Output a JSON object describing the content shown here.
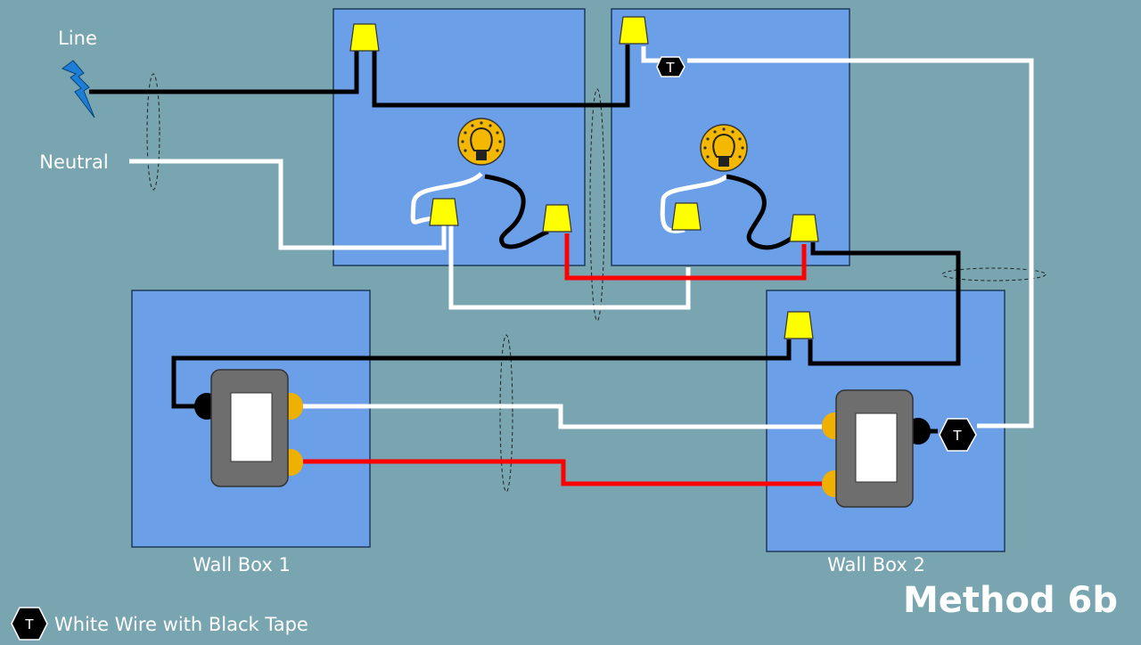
{
  "diagram": {
    "title": "Method 6b",
    "labels": {
      "line": "Line",
      "neutral": "Neutral",
      "wall_box_1": "Wall Box 1",
      "wall_box_2": "Wall Box 2"
    },
    "legend": {
      "symbol": "T",
      "text": "White Wire with Black Tape"
    },
    "tape_marker": "T",
    "colors": {
      "background": "#78a5b0",
      "box": "#6b9fe8",
      "hot_wire": "#000000",
      "neutral_wire": "#ffffff",
      "traveler_wire": "#ff0000",
      "wire_nut": "#ffff00",
      "switch_body": "#6e6e6e",
      "brass_terminal": "#f0b000",
      "lamp": "#f5b800",
      "line_bolt": "#1c7ed6"
    },
    "icons": [
      "lightning-bolt-icon",
      "light-bulb-icon",
      "wire-nut-icon",
      "switch-icon",
      "tape-marker-icon"
    ]
  }
}
